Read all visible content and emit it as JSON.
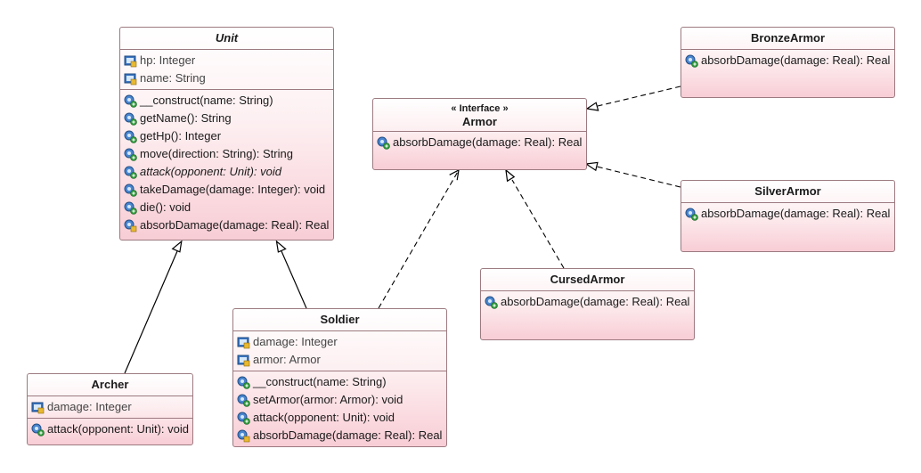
{
  "diagram": {
    "classes": [
      {
        "id": "unit",
        "name": "Unit",
        "abstract": true,
        "stereotype": "",
        "attributes": [
          {
            "text": "hp: Integer",
            "icon": "protected-attribute-icon"
          },
          {
            "text": "name: String",
            "icon": "protected-attribute-icon"
          }
        ],
        "operations": [
          {
            "text": "__construct(name: String)",
            "icon": "public-operation-icon",
            "abstract": false
          },
          {
            "text": "getName(): String",
            "icon": "public-operation-icon",
            "abstract": false
          },
          {
            "text": "getHp(): Integer",
            "icon": "public-operation-icon",
            "abstract": false
          },
          {
            "text": "move(direction: String): String",
            "icon": "public-operation-icon",
            "abstract": false
          },
          {
            "text": "attack(opponent: Unit): void",
            "icon": "public-operation-icon",
            "abstract": true
          },
          {
            "text": "takeDamage(damage: Integer): void",
            "icon": "public-operation-icon",
            "abstract": false
          },
          {
            "text": "die(): void",
            "icon": "public-operation-icon",
            "abstract": false
          },
          {
            "text": "absorbDamage(damage: Real): Real",
            "icon": "protected-operation-icon",
            "abstract": false
          }
        ]
      },
      {
        "id": "armor",
        "name": "Armor",
        "abstract": false,
        "stereotype": "« Interface »",
        "attributes": [],
        "operations": [
          {
            "text": "absorbDamage(damage: Real): Real",
            "icon": "public-operation-icon",
            "abstract": false
          }
        ]
      },
      {
        "id": "bronze",
        "name": "BronzeArmor",
        "abstract": false,
        "stereotype": "",
        "attributes": [],
        "operations": [
          {
            "text": "absorbDamage(damage: Real): Real",
            "icon": "public-operation-icon",
            "abstract": false
          }
        ]
      },
      {
        "id": "silver",
        "name": "SilverArmor",
        "abstract": false,
        "stereotype": "",
        "attributes": [],
        "operations": [
          {
            "text": "absorbDamage(damage: Real): Real",
            "icon": "public-operation-icon",
            "abstract": false
          }
        ]
      },
      {
        "id": "cursed",
        "name": "CursedArmor",
        "abstract": false,
        "stereotype": "",
        "attributes": [],
        "operations": [
          {
            "text": "absorbDamage(damage: Real): Real",
            "icon": "public-operation-icon",
            "abstract": false
          }
        ]
      },
      {
        "id": "soldier",
        "name": "Soldier",
        "abstract": false,
        "stereotype": "",
        "attributes": [
          {
            "text": "damage: Integer",
            "icon": "protected-attribute-icon"
          },
          {
            "text": "armor: Armor",
            "icon": "protected-attribute-icon"
          }
        ],
        "operations": [
          {
            "text": "__construct(name: String)",
            "icon": "public-operation-icon",
            "abstract": false
          },
          {
            "text": "setArmor(armor: Armor): void",
            "icon": "public-operation-icon",
            "abstract": false
          },
          {
            "text": "attack(opponent: Unit): void",
            "icon": "public-operation-icon",
            "abstract": false
          },
          {
            "text": "absorbDamage(damage: Real): Real",
            "icon": "protected-operation-icon",
            "abstract": false
          }
        ]
      },
      {
        "id": "archer",
        "name": "Archer",
        "abstract": false,
        "stereotype": "",
        "attributes": [
          {
            "text": "damage: Integer",
            "icon": "protected-attribute-icon"
          }
        ],
        "operations": [
          {
            "text": "attack(opponent: Unit): void",
            "icon": "public-operation-icon",
            "abstract": false
          }
        ]
      }
    ],
    "relations": [
      {
        "from": "archer",
        "to": "unit",
        "kind": "generalization"
      },
      {
        "from": "soldier",
        "to": "unit",
        "kind": "generalization"
      },
      {
        "from": "soldier",
        "to": "armor",
        "kind": "dependency"
      },
      {
        "from": "bronze",
        "to": "armor",
        "kind": "realization"
      },
      {
        "from": "silver",
        "to": "armor",
        "kind": "realization"
      },
      {
        "from": "cursed",
        "to": "armor",
        "kind": "realization"
      }
    ]
  }
}
